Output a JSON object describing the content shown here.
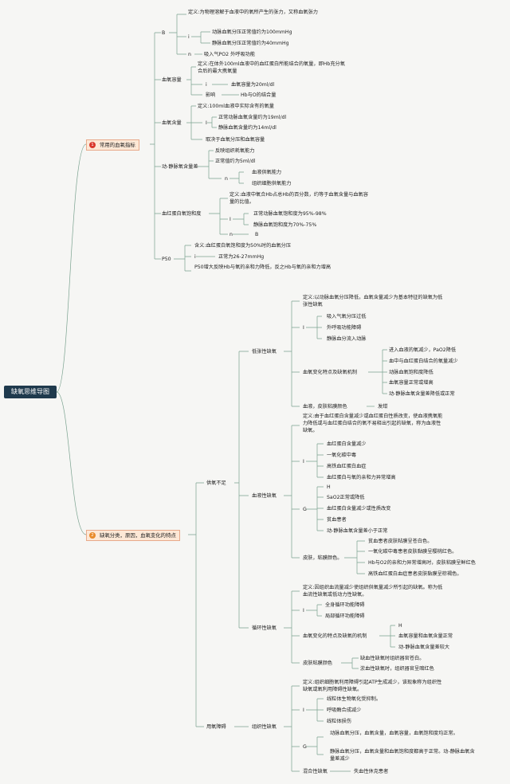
{
  "root": "缺氧思维导图",
  "b1": {
    "num": "1",
    "label": "常用的血氧指标"
  },
  "b2": {
    "num": "2",
    "label": "缺氧分类，原因，血氧变化的特点"
  },
  "po2": {
    "B": "B",
    "def": "定义:为物理溶解于血液中的氧所产生的张力，又称血氧张力",
    "i": "i",
    "a": "动脉血氧分压正常值约为100mmHg",
    "v": "静脉血氧分压正常值约为40mmHg",
    "n": "n",
    "n1": "吸入气PO2 外呼吸功能"
  },
  "cap": {
    "label": "血氧容量",
    "def": "定义:在体外100ml血液中的血红蛋白所能结合的氧量，即Hb充分氧合后的最大携氧量",
    "i": "i",
    "i1": "血氧容量为20ml/dl",
    "inf": "影响",
    "inf1": "Hb与O的结合量"
  },
  "con": {
    "label": "血氧含量",
    "def": "定义:100ml血液中实际含有的氧量",
    "i": "I",
    "a": "正常动脉血氧含量约为19ml/dl",
    "v": "静脉血氧含量约为14ml/dl",
    "dep": "取决于血氧分压和血氧容量"
  },
  "avd": {
    "label": "动-静脉氧含量差",
    "c1": "反映组织耗氧能力",
    "c2": "正常值约为5ml/dl",
    "n": "n",
    "n1": "血液供氧能力",
    "n2": "组织细胞供氧能力"
  },
  "sat": {
    "label": "血红蛋白氧饱和度",
    "def": "定义:血液中氧合Hb占总Hb的百分数，约等于血氧含量与血氧容量的比值。",
    "i": "I",
    "a": "正常动脉血氧饱和度为95%-98%",
    "v": "静脉血氧饱和度为70%-75%",
    "n": "n",
    "n1": "B"
  },
  "p50": {
    "label": "P50",
    "def": "含义:血红蛋白氧饱和度为50%时的血氧分压",
    "i": "i",
    "i1": "正常为26-27mmHg",
    "c": "P50增大反映Hb与氧的亲和力降低，反之Hb与氧的亲和力增高"
  },
  "supply": "供氧不足",
  "use": "用氧障碍",
  "hyp": {
    "label": "低张性缺氧",
    "def": "定义:以动脉血氧分压降低，血氧含量减少为基本特征的缺氧为低张性缺氧",
    "i": "I",
    "c1": "吸入气氧分压过低",
    "c2": "外呼吸功能障碍",
    "c3": "静脉血分流入动脉",
    "mech": "血氧变化特点及缺氧机制",
    "m1": "进入血液的氧减少，PaO2降低",
    "m2": "血中与血红蛋白结合的氧量减少",
    "m3": "动脉血氧饱和度降低",
    "m4": "血氧容量正常或增高",
    "m5": "动-静脉血氧含量差降低或正常",
    "skin": "血液，皮肤粘膜颜色",
    "skin1": "发绀"
  },
  "hem": {
    "label": "血液性缺氧",
    "def": "定义:由于血红蛋白含量减少或血红蛋白性质改变，使血液携氧能力降低或与血红蛋白结合的氧不易释出引起的缺氧，称为血液性缺氧。",
    "i": "I",
    "c1": "血红蛋白含量减少",
    "c2": "一氧化碳中毒",
    "c3": "高铁血红蛋白血症",
    "c4": "血红蛋白与氧的亲和力异常增高",
    "g": "G",
    "g1": "H",
    "g2": "SaO2正常或降低",
    "g3": "血红蛋白含量减少或性质改变",
    "g4": "贫血患者",
    "g5": "动-静脉血氧含量差小于正常",
    "skin": "皮肤，粘膜颜色。",
    "s1": "贫血患者皮肤粘膜呈苍白色。",
    "s2": "一氧化碳中毒患者皮肤黏膜呈樱桃红色。",
    "s3": "Hb与O2的亲和力异常增高时，皮肤粘膜呈鲜红色",
    "s4": "高铁血红蛋白血症患者皮肤黏膜呈棕褐色。"
  },
  "circ": {
    "label": "循环性缺氧",
    "def": "定义:因组织血流量减少使组织供氧量减少所引起的缺氧。称为低血流性缺氧或低动力性缺氧。",
    "i": "I",
    "c1": "全身循环功能障碍",
    "c2": "局部循环功能障碍",
    "mech": "血氧变化的特点及缺氧的机制",
    "m1": "H",
    "m2": "血氧容量和血氧含量正常",
    "m3": "动-静脉血氧含量差较大",
    "skin": "皮肤粘膜颜色",
    "s1": "缺血性缺氧时组织器官苍白。",
    "s2": "淤血性缺氧时，组织器官呈暗红色"
  },
  "tis": {
    "label": "组织性缺氧",
    "def": "定义:组织细胞氧利用障碍引起ATP生成减少，该现象称为组织性缺氧或氧利用障碍性缺氧。",
    "i": "I",
    "c1": "线粒体生物氧化受抑制。",
    "c2": "呼吸酶合成减少",
    "c3": "线粒体损伤",
    "g": "G",
    "g1": "动脉血氧分压，血氧含量，血氧容量，血氧饱和度均正常。",
    "g2": "静脉血氧分压，血氧含量和血氧饱和度都高于正常。动-静脉血氧含量差减少",
    "mix": "混合性缺氧",
    "mix1": "失血性休克患者"
  }
}
